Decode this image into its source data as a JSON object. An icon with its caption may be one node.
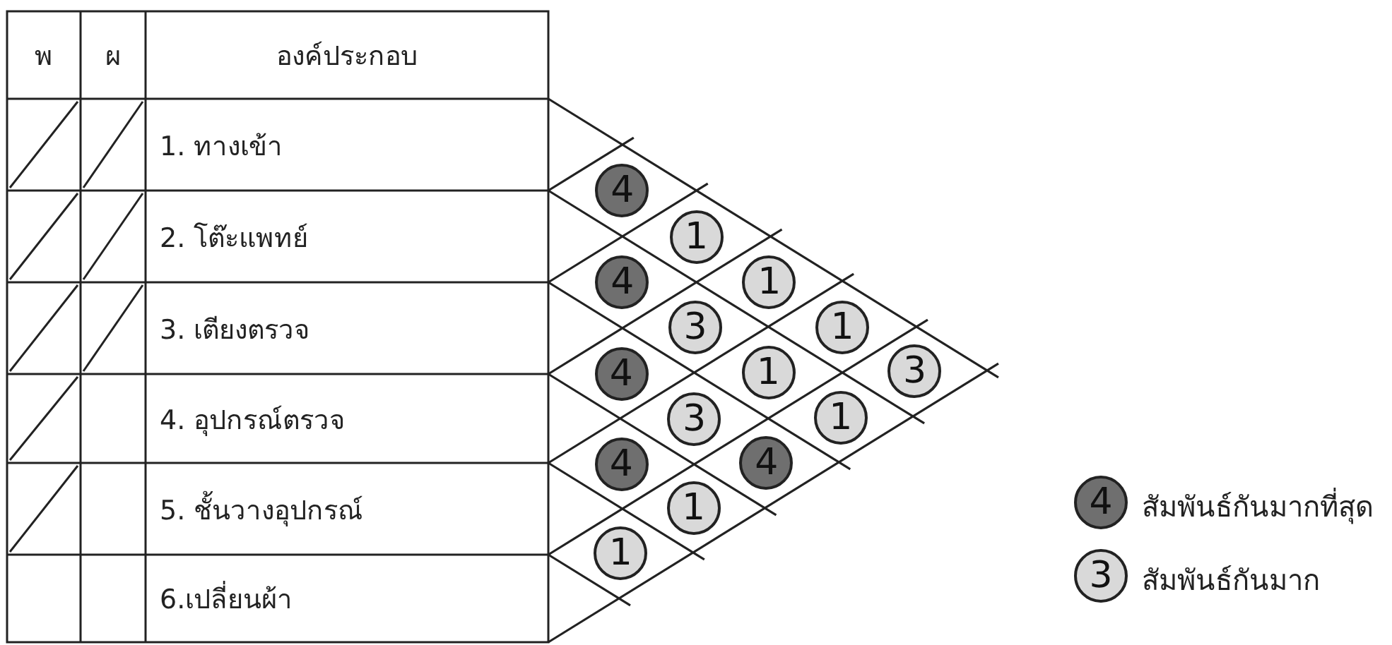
{
  "diagram": {
    "labels": [
      "พ",
      "ผ",
      "องค์ประกอบ",
      "1. ทางเข้า",
      "2. โต๊ะแพทย์",
      "3. เตียงตรวจ",
      "4. อุปกรณ์ตรวจ",
      "5. ชั้นวางอุปกรณ์",
      "6.เปลี่ยนผ้า",
      "4",
      "1",
      "4",
      "1",
      "3",
      "1",
      "4",
      "1",
      "3",
      "3",
      "1",
      "4",
      "4",
      "1",
      "1",
      "4",
      "3"
    ],
    "legend": [
      {
        "text": "สัมพันธ์กันมากที่สุด",
        "color": "#6f6f6f"
      },
      {
        "text": "สัมพันธ์กันมาก",
        "color": "#d9d9d9"
      }
    ]
  }
}
